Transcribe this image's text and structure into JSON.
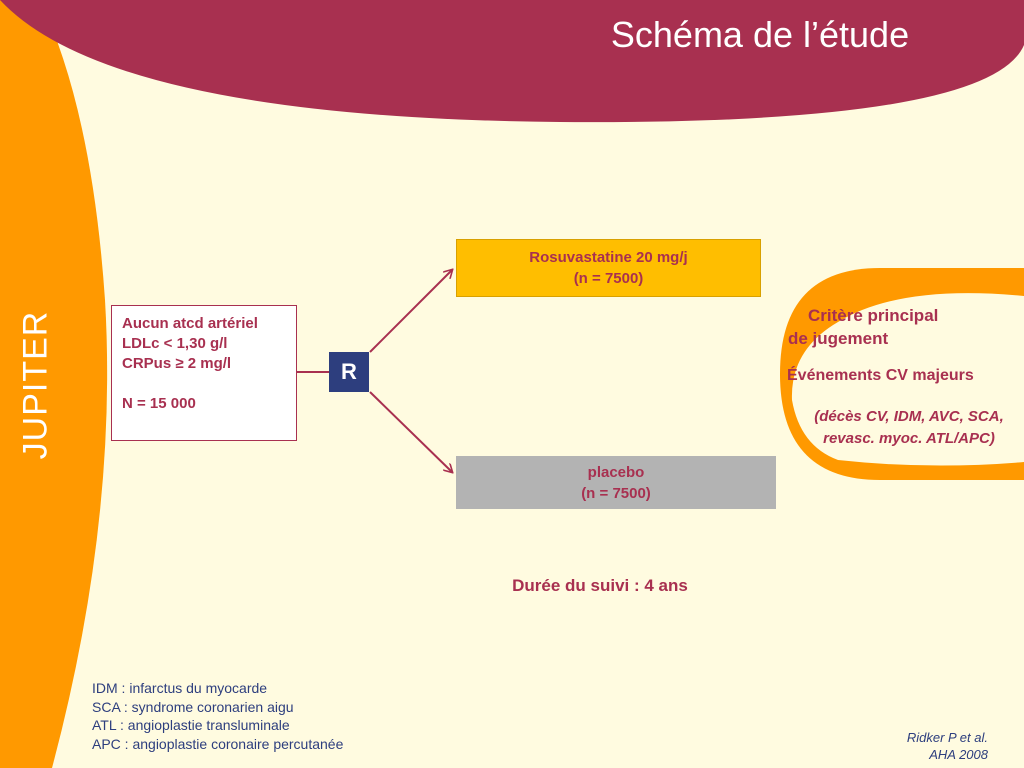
{
  "slide": {
    "title": "Schéma de l’étude",
    "side_label": "JUPITER"
  },
  "inclusion": {
    "lines": [
      "Aucun atcd artériel",
      "LDLc < 1,30 g/l",
      "CRPus ≥ 2  mg/l",
      "",
      "N = 15 000"
    ]
  },
  "randomization": {
    "label": "R"
  },
  "arms": [
    {
      "name": "Rosuvastatine 20 mg/j",
      "n": "(n = 7500)"
    },
    {
      "name": "placebo",
      "n": "(n = 7500)"
    }
  ],
  "endpoint": {
    "title_lines": [
      "Critère principal",
      "de jugement"
    ],
    "main": "Événements CV majeurs",
    "detail_lines": [
      "(décès CV, IDM, AVC, SCA,",
      "revasc. myoc. ATL/APC)"
    ]
  },
  "followup": "Durée du suivi : 4 ans",
  "abbreviations": [
    "IDM : infarctus du myocarde",
    "SCA : syndrome coronarien aigu",
    "ATL : angioplastie  transluminale",
    "APC : angioplastie coronaire percutanée"
  ],
  "reference": [
    "Ridker  P  et al.",
    "AHA 2008"
  ],
  "colors": {
    "background": "#FFFBE0",
    "header": "#A83050",
    "orange": "#FF9900",
    "rosuvastatin_box": "#FFBE00",
    "placebo_box": "#B3B3B3",
    "navy": "#2D3E7E",
    "text": "#A83050"
  }
}
